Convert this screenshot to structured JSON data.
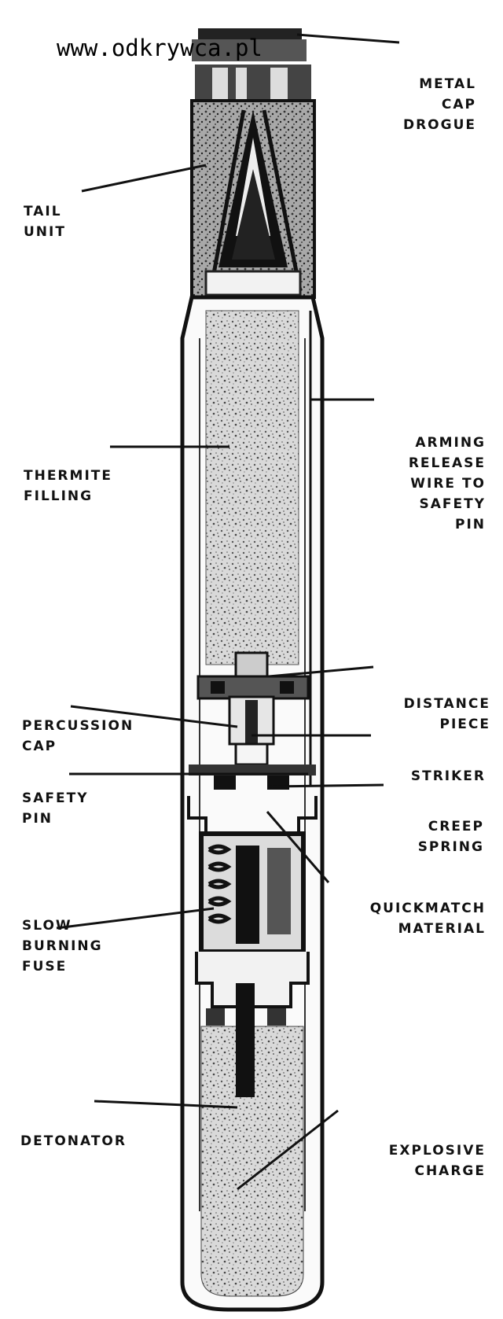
{
  "watermark": "www.odkrywca.pl",
  "labels": {
    "metal_cap": [
      "METAL",
      "CAP",
      "DROGUE"
    ],
    "tail_unit": [
      "TAIL",
      "UNIT"
    ],
    "arming_wire": [
      "ARMING",
      "RELEASE",
      "WIRE TO",
      "SAFETY",
      "PIN"
    ],
    "thermite": [
      "THERMITE",
      "FILLING"
    ],
    "distance_piece": [
      "DISTANCE",
      "PIECE"
    ],
    "percussion_cap": [
      "PERCUSSION",
      "CAP"
    ],
    "striker": [
      "STRIKER"
    ],
    "safety_pin": [
      "SAFETY",
      "PIN"
    ],
    "creep_spring": [
      "CREEP",
      "SPRING"
    ],
    "quickmatch": [
      "QUICKMATCH",
      "MATERIAL"
    ],
    "slow_fuse": [
      "SLOW",
      "BURNING",
      "FUSE"
    ],
    "detonator": [
      "DETONATOR"
    ],
    "explosive": [
      "EXPLOSIVE",
      "CHARGE"
    ]
  },
  "colors": {
    "ink": "#111111",
    "paper": "#ffffff",
    "stipple": "#b8b8b8"
  }
}
